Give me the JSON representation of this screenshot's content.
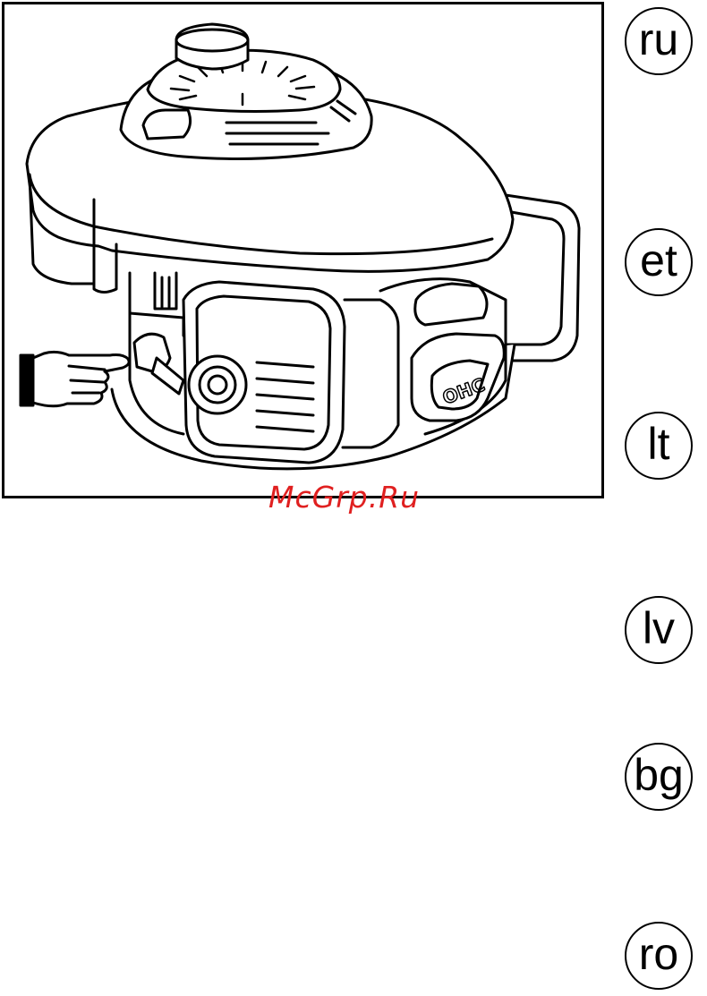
{
  "illustration": {
    "subject": "engine-with-pointing-hand",
    "engine_badge": "OHC"
  },
  "watermark": {
    "text": "McGrp.Ru",
    "color": "#e02020"
  },
  "language_badges": [
    {
      "code": "ru"
    },
    {
      "code": "et"
    },
    {
      "code": "lt"
    },
    {
      "code": "lv"
    },
    {
      "code": "bg"
    },
    {
      "code": "ro"
    }
  ]
}
